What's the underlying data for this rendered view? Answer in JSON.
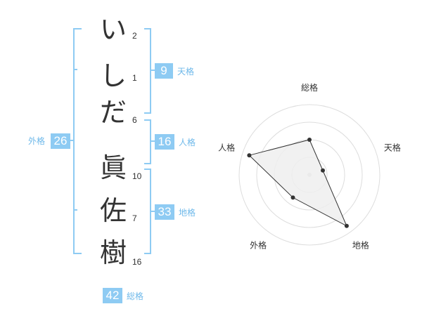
{
  "characters": [
    {
      "char": "い",
      "strokes": "2"
    },
    {
      "char": "し",
      "strokes": "1"
    },
    {
      "char": "だ",
      "strokes": "6"
    },
    {
      "char": "眞",
      "strokes": "10"
    },
    {
      "char": "佐",
      "strokes": "7"
    },
    {
      "char": "樹",
      "strokes": "16"
    }
  ],
  "grids": {
    "tenkaku": {
      "value": "9",
      "label": "天格"
    },
    "jinkaku": {
      "value": "16",
      "label": "人格"
    },
    "chikaku": {
      "value": "33",
      "label": "地格"
    },
    "gaikaku": {
      "value": "26",
      "label": "外格"
    },
    "soukaku": {
      "value": "42",
      "label": "総格"
    }
  },
  "chart_data": {
    "type": "radar",
    "axes": [
      "総格",
      "天格",
      "地格",
      "外格",
      "人格"
    ],
    "values": [
      0.5,
      0.2,
      0.9,
      0.4,
      0.9
    ],
    "range": [
      0,
      1
    ],
    "rings": 4,
    "colors": {
      "fill": "#eeeeee",
      "stroke": "#333333",
      "ring": "#dddddd",
      "center": "#cccccc"
    }
  }
}
